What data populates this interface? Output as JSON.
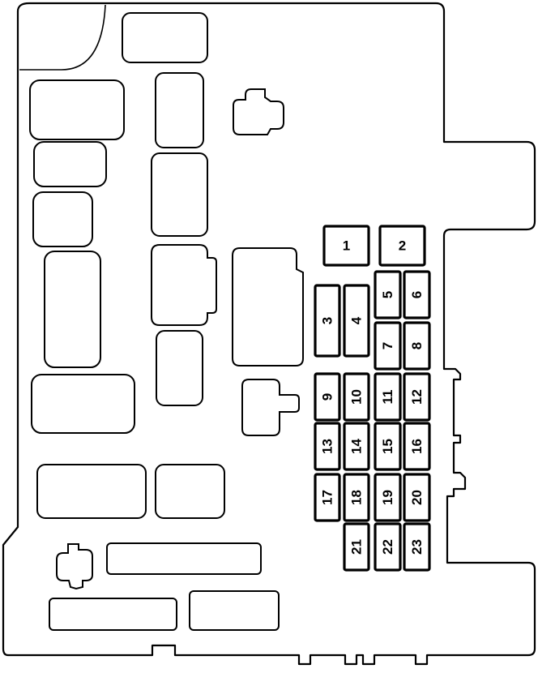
{
  "diagram": {
    "fuses": [
      {
        "id": "fuse-1",
        "label": "1"
      },
      {
        "id": "fuse-2",
        "label": "2"
      },
      {
        "id": "fuse-3",
        "label": "3"
      },
      {
        "id": "fuse-4",
        "label": "4"
      },
      {
        "id": "fuse-5",
        "label": "5"
      },
      {
        "id": "fuse-6",
        "label": "6"
      },
      {
        "id": "fuse-7",
        "label": "7"
      },
      {
        "id": "fuse-8",
        "label": "8"
      },
      {
        "id": "fuse-9",
        "label": "9"
      },
      {
        "id": "fuse-10",
        "label": "10"
      },
      {
        "id": "fuse-11",
        "label": "11"
      },
      {
        "id": "fuse-12",
        "label": "12"
      },
      {
        "id": "fuse-13",
        "label": "13"
      },
      {
        "id": "fuse-14",
        "label": "14"
      },
      {
        "id": "fuse-15",
        "label": "15"
      },
      {
        "id": "fuse-16",
        "label": "16"
      },
      {
        "id": "fuse-17",
        "label": "17"
      },
      {
        "id": "fuse-18",
        "label": "18"
      },
      {
        "id": "fuse-19",
        "label": "19"
      },
      {
        "id": "fuse-20",
        "label": "20"
      },
      {
        "id": "fuse-21",
        "label": "21"
      },
      {
        "id": "fuse-22",
        "label": "22"
      },
      {
        "id": "fuse-23",
        "label": "23"
      }
    ]
  }
}
